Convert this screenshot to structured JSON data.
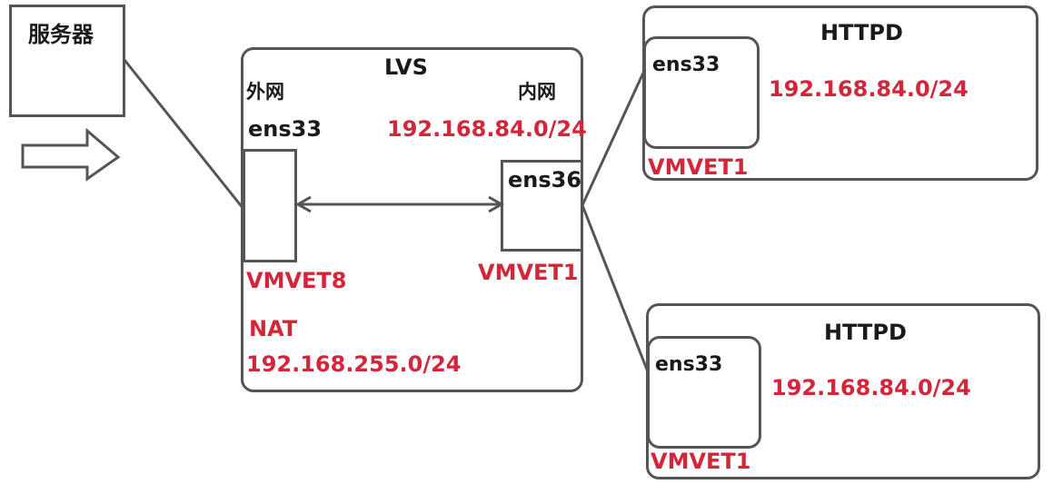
{
  "colors": {
    "stroke": "#555555",
    "text": "#1a1a1a",
    "accent": "#d3263a"
  },
  "server": {
    "label": "服务器"
  },
  "lvs": {
    "title": "LVS",
    "outer_label": "外网",
    "inner_label": "内网",
    "outer_iface": "ens33",
    "inner_subnet": "192.168.84.0/24",
    "inner_iface": "ens36",
    "outer_vnet": "VMVET8",
    "inner_vnet": "VMVET1",
    "mode": "NAT",
    "outer_subnet": "192.168.255.0/24"
  },
  "httpd_top": {
    "title": "HTTPD",
    "iface": "ens33",
    "subnet": "192.168.84.0/24",
    "vnet": "VMVET1"
  },
  "httpd_bottom": {
    "title": "HTTPD",
    "iface": "ens33",
    "subnet": "192.168.84.0/24",
    "vnet": "VMVET1"
  }
}
